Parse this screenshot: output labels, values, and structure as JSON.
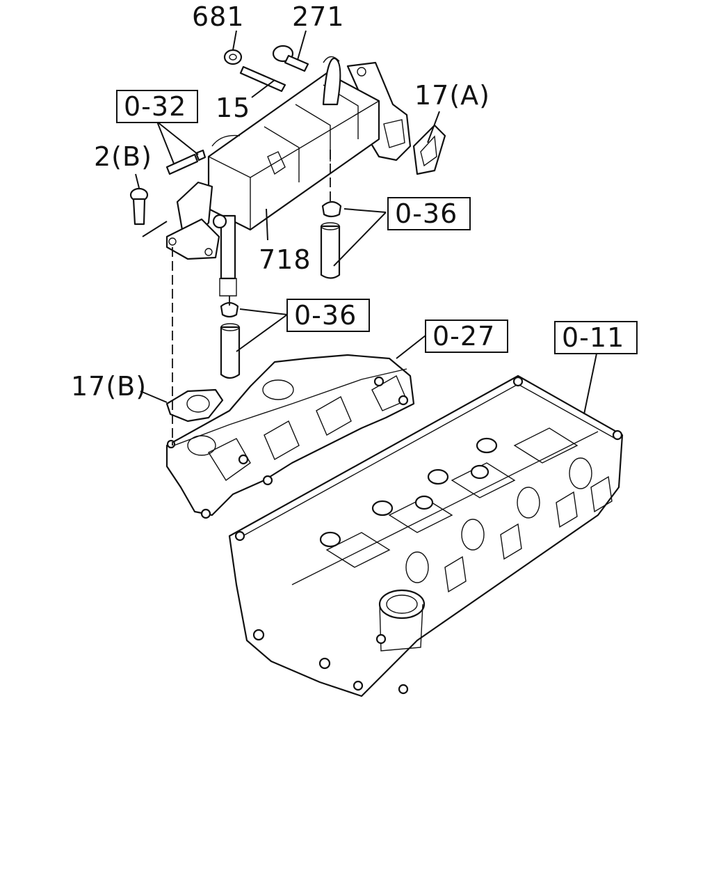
{
  "callouts": {
    "c681": "681",
    "c271": "271",
    "c15": "15",
    "c17a": "17(A)",
    "c2b": "2(B)",
    "c718": "718",
    "c17b": "17(B)"
  },
  "references": {
    "r032": "0-32",
    "r036a": "0-36",
    "r036b": "0-36",
    "r027": "0-27",
    "r011": "0-11"
  }
}
